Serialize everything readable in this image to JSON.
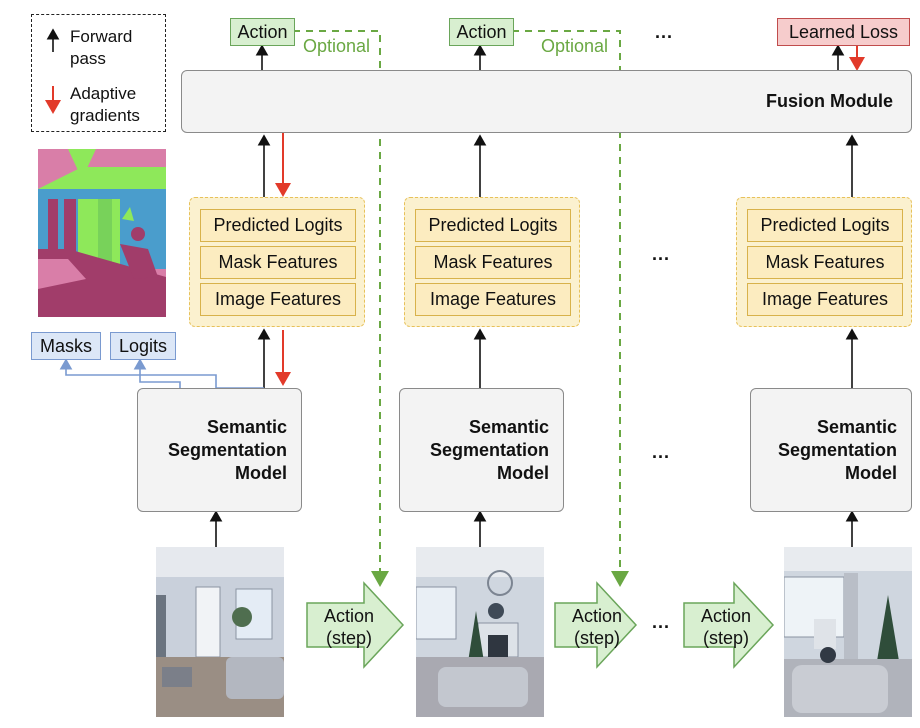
{
  "legend": {
    "forward_line1": "Forward",
    "forward_line2": "pass",
    "adaptive_line1": "Adaptive",
    "adaptive_line2": "gradients"
  },
  "actions": {
    "action_label": "Action",
    "optional_label": "Optional",
    "learned_loss": "Learned Loss"
  },
  "fusion": {
    "label": "Fusion Module"
  },
  "features": {
    "predicted_logits": "Predicted Logits",
    "mask_features": "Mask Features",
    "image_features": "Image Features"
  },
  "side": {
    "masks": "Masks",
    "logits": "Logits"
  },
  "model": {
    "line1": "Semantic",
    "line2": "Segmentation",
    "line3": "Model"
  },
  "step": {
    "line1": "Action",
    "line2": "(step)"
  },
  "ellipsis": "..."
}
